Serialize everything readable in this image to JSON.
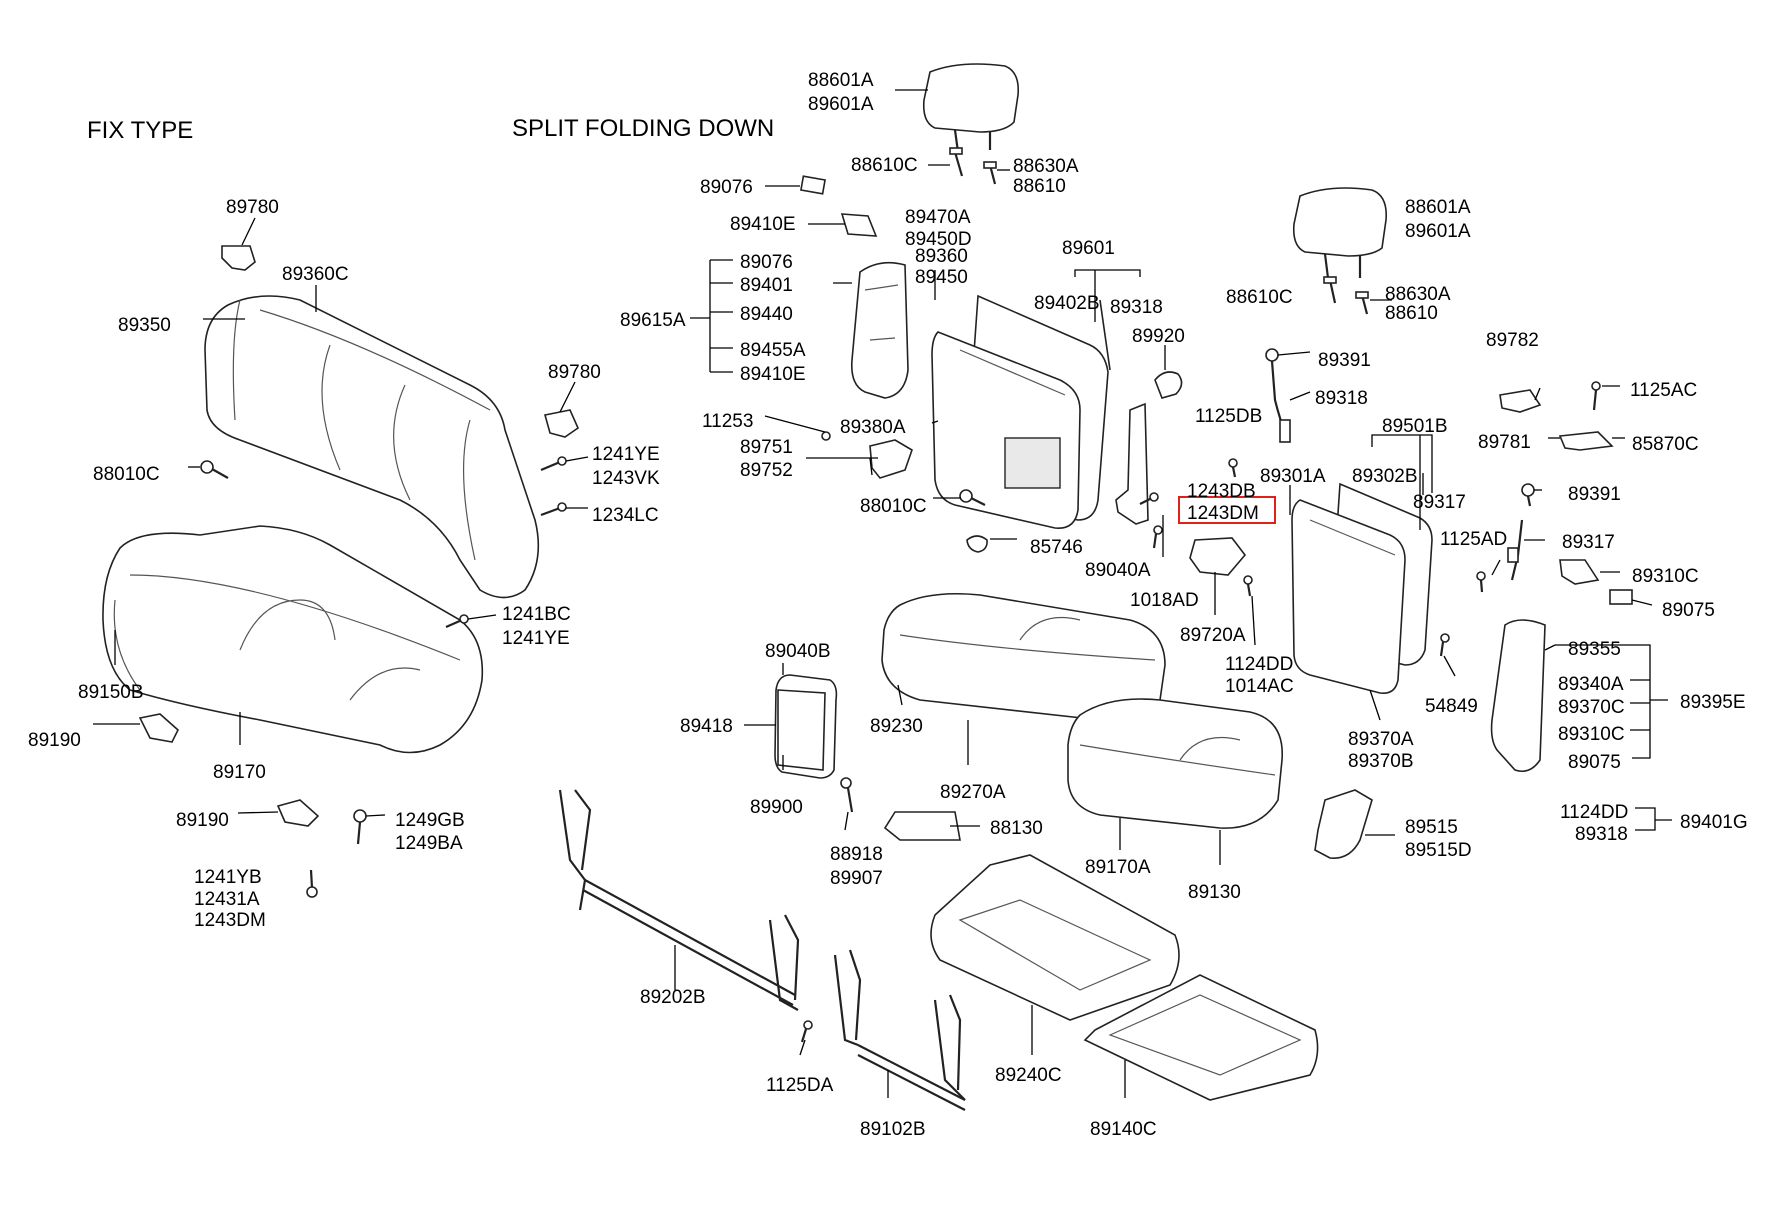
{
  "headers": {
    "left": "FIX TYPE",
    "right": "SPLIT FOLDING DOWN"
  },
  "highlighted_label": "1243DM",
  "accent_color": "#e0201a",
  "labels": {
    "l_88601A_1": "88601A",
    "l_89601A_1": "89601A",
    "l_88610C_1": "88610C",
    "l_88630A_1": "88630A",
    "l_88610_1": "88610",
    "l_89076_a": "89076",
    "l_89410E_a": "89410E",
    "l_89470A": "89470A",
    "l_89450D": "89450D",
    "l_89360": "89360",
    "l_89450": "89450",
    "l_89601": "89601",
    "l_89402B": "89402B",
    "l_89318_a": "89318",
    "l_89615A": "89615A",
    "l_89076_b": "89076",
    "l_89401": "89401",
    "l_89440": "89440",
    "l_89455A": "89455A",
    "l_89410E_b": "89410E",
    "l_89920": "89920",
    "l_88601A_2": "88601A",
    "l_89601A_2": "89601A",
    "l_88610C_2": "88610C",
    "l_88630A_2": "88630A",
    "l_88610_2": "88610",
    "l_89782": "89782",
    "l_1125AC": "1125AC",
    "l_89781": "89781",
    "l_85870C": "85870C",
    "l_89391_a": "89391",
    "l_89318_b": "89318",
    "l_11253": "11253",
    "l_89380A": "89380A",
    "l_89751": "89751",
    "l_89752": "89752",
    "l_88010C_b": "88010C",
    "l_1125DB": "1125DB",
    "l_89301A": "89301A",
    "l_89501B": "89501B",
    "l_89302B": "89302B",
    "l_89317_a": "89317",
    "l_1243DB": "1243DB",
    "l_1243DM": "1243DM",
    "l_89391_b": "89391",
    "l_85746": "85746",
    "l_89040A": "89040A",
    "l_1125AD": "1125AD",
    "l_89317_b": "89317",
    "l_1018AD": "1018AD",
    "l_89310C_a": "89310C",
    "l_89075_a": "89075",
    "l_89720A": "89720A",
    "l_1124DD_a": "1124DD",
    "l_1014AC": "1014AC",
    "l_89355": "89355",
    "l_89340A": "89340A",
    "l_89370C": "89370C",
    "l_89395E": "89395E",
    "l_89310C_b": "89310C",
    "l_89075_b": "89075",
    "l_54849": "54849",
    "l_89370A": "89370A",
    "l_89370B": "89370B",
    "l_1124DD_b": "1124DD",
    "l_89318_c": "89318",
    "l_89401G": "89401G",
    "l_89515": "89515",
    "l_89515D": "89515D",
    "l_89040B": "89040B",
    "l_89418": "89418",
    "l_89900": "89900",
    "l_89230": "89230",
    "l_89270A": "89270A",
    "l_88918": "88918",
    "l_89907": "89907",
    "l_88130": "88130",
    "l_89170A": "89170A",
    "l_89130": "89130",
    "l_89202B": "89202B",
    "l_1125DA": "1125DA",
    "l_89102B": "89102B",
    "l_89240C": "89240C",
    "l_89140C": "89140C",
    "l_89780_a": "89780",
    "l_89360C": "89360C",
    "l_89350": "89350",
    "l_89780_b": "89780",
    "l_88010C_a": "88010C",
    "l_1241YE_a": "1241YE",
    "l_1243VK": "1243VK",
    "l_1234LC": "1234LC",
    "l_1241BC": "1241BC",
    "l_1241YE_b": "1241YE",
    "l_89150B": "89150B",
    "l_89190_a": "89190",
    "l_89170": "89170",
    "l_89190_b": "89190",
    "l_1249GB": "1249GB",
    "l_1249BA": "1249BA",
    "l_1241YB": "1241YB",
    "l_12431A": "12431A",
    "l_1243DM_b": "1243DM"
  }
}
